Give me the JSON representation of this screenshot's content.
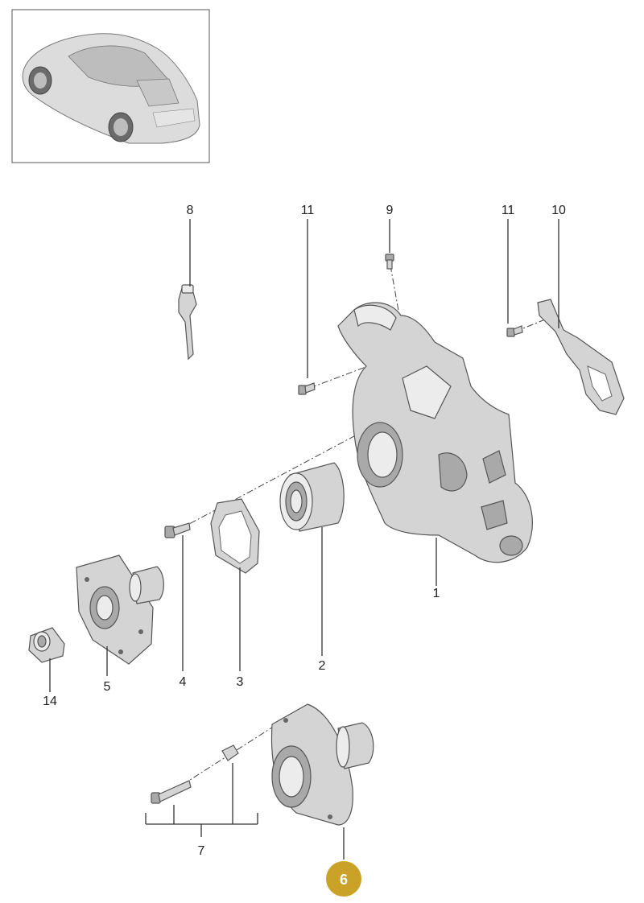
{
  "diagram": {
    "callouts": [
      {
        "id": "1",
        "label": "1"
      },
      {
        "id": "2",
        "label": "2"
      },
      {
        "id": "3",
        "label": "3"
      },
      {
        "id": "4",
        "label": "4"
      },
      {
        "id": "5",
        "label": "5"
      },
      {
        "id": "6",
        "label": "6",
        "highlighted": true
      },
      {
        "id": "7",
        "label": "7"
      },
      {
        "id": "8",
        "label": "8"
      },
      {
        "id": "9",
        "label": "9"
      },
      {
        "id": "10",
        "label": "10"
      },
      {
        "id": "11a",
        "label": "11"
      },
      {
        "id": "11b",
        "label": "11"
      },
      {
        "id": "14",
        "label": "14"
      }
    ],
    "highlight_color": "#c9a227",
    "thumbnail": "vehicle-thumbnail"
  }
}
